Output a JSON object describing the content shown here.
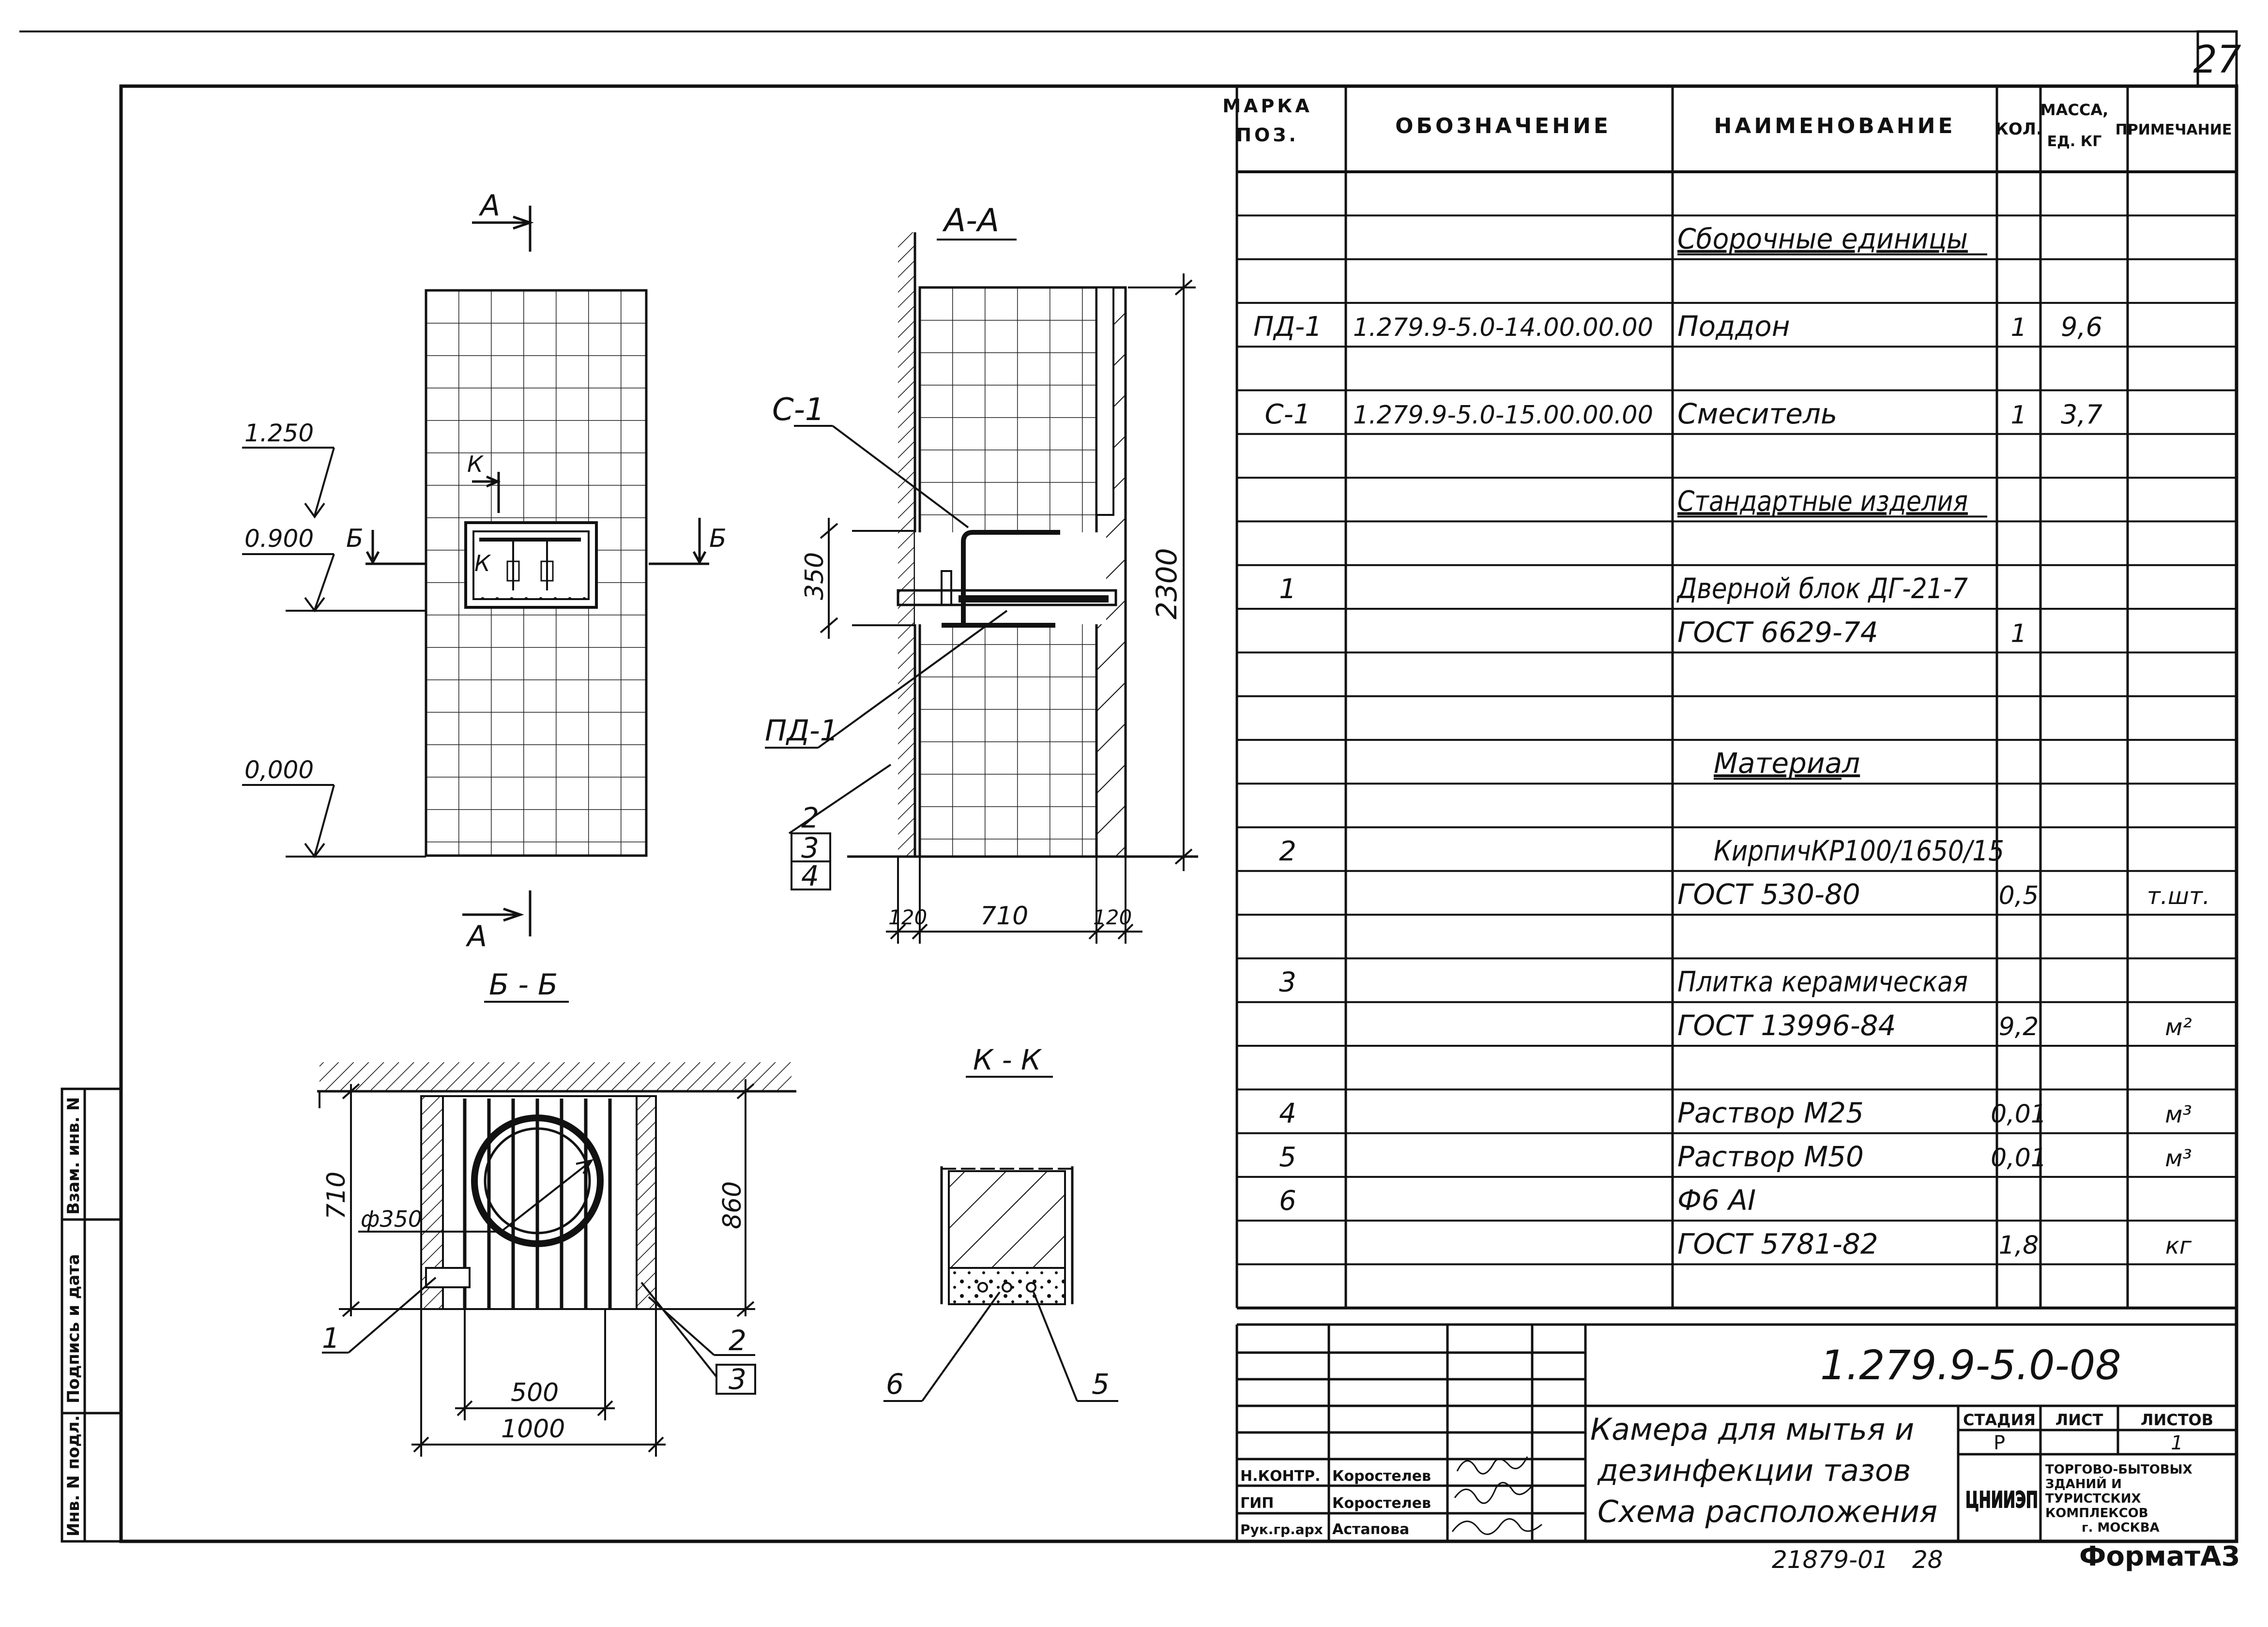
{
  "sheet": {
    "page_number": "27",
    "format_label": "ФорматА3",
    "archive_number": "21879-01",
    "archive_sheet": "28"
  },
  "side_stamp": {
    "inv_podl": "Инв. N подл.",
    "podpis_data": "Подпись и дата",
    "vzam_inv": "Взам. инв. N"
  },
  "spec_table": {
    "headers": {
      "marka": [
        "МАРКА",
        "ПОЗ."
      ],
      "oboznachenie": "ОБОЗНАЧЕНИЕ",
      "naimenovanie": "НАИМЕНОВАНИЕ",
      "kol": "КОЛ.",
      "massa": [
        "МАССА,",
        "ЕД. КГ"
      ],
      "primechanie": "ПРИМЕЧАНИЕ"
    },
    "rows": [
      {
        "row": 2,
        "mark": "",
        "designation": "",
        "name": "Сборочные единицы",
        "qty": "",
        "mass": "",
        "note": "",
        "underline": true
      },
      {
        "row": 4,
        "mark": "ПД-1",
        "designation": "1.279.9-5.0-14.00.00.00",
        "name": "Поддон",
        "qty": "1",
        "mass": "9,6",
        "note": ""
      },
      {
        "row": 6,
        "mark": "С-1",
        "designation": "1.279.9-5.0-15.00.00.00",
        "name": "Смеситель",
        "qty": "1",
        "mass": "3,7",
        "note": ""
      },
      {
        "row": 8,
        "mark": "",
        "designation": "",
        "name": "Стандартные изделия",
        "qty": "",
        "mass": "",
        "note": "",
        "underline": true
      },
      {
        "row": 10,
        "mark": "1",
        "designation": "",
        "name": "Дверной блок ДГ-21-7",
        "qty": "",
        "mass": "",
        "note": ""
      },
      {
        "row": 11,
        "mark": "",
        "designation": "",
        "name": "ГОСТ 6629-74",
        "qty": "1",
        "mass": "",
        "note": ""
      },
      {
        "row": 14,
        "mark": "",
        "designation": "",
        "name": "Материал",
        "qty": "",
        "mass": "",
        "note": "",
        "underline": true,
        "indent": true
      },
      {
        "row": 16,
        "mark": "2",
        "designation": "",
        "name": "КирпичКР100/1650/15",
        "qty": "",
        "mass": "",
        "note": "",
        "indent": true
      },
      {
        "row": 17,
        "mark": "",
        "designation": "",
        "name": "ГОСТ 530-80",
        "qty": "0,5",
        "mass": "",
        "note": "т.шт."
      },
      {
        "row": 19,
        "mark": "3",
        "designation": "",
        "name": "Плитка керамическая",
        "qty": "",
        "mass": "",
        "note": ""
      },
      {
        "row": 20,
        "mark": "",
        "designation": "",
        "name": "ГОСТ 13996-84",
        "qty": "9,2",
        "mass": "",
        "note": "м²"
      },
      {
        "row": 22,
        "mark": "4",
        "designation": "",
        "name": "Раствор М25",
        "qty": "0,01",
        "mass": "",
        "note": "м³"
      },
      {
        "row": 23,
        "mark": "5",
        "designation": "",
        "name": "Раствор М50",
        "qty": "0,01",
        "mass": "",
        "note": "м³"
      },
      {
        "row": 24,
        "mark": "6",
        "designation": "",
        "name": "Ф6 АI",
        "qty": "",
        "mass": "",
        "note": ""
      },
      {
        "row": 25,
        "mark": "",
        "designation": "",
        "name": "ГОСТ 5781-82",
        "qty": "1,8",
        "mass": "",
        "note": "кг"
      }
    ]
  },
  "title_block": {
    "designation": "1.279.9-5.0-08",
    "title_lines": [
      "Камера для мытья и",
      "дезинфекции тазов",
      "Схема расположения"
    ],
    "stage_label": "СТАДИЯ",
    "sheet_label": "ЛИСТ",
    "sheets_label": "ЛИСТОВ",
    "stage_value": "Р",
    "sheet_value": "",
    "sheets_value": "1",
    "org_short": "ЦНИИЭП",
    "org_lines": [
      "ТОРГОВО-БЫТОВЫХ",
      "ЗДАНИЙ И",
      "ТУРИСТСКИХ",
      "КОМПЛЕКСОВ",
      "г. МОСКВА"
    ],
    "signatures": [
      {
        "role": "Н.КОНТР.",
        "name": "Коростелев"
      },
      {
        "role": "ГИП",
        "name": "Коростелев"
      },
      {
        "role": "Рук.гр.арх",
        "name": "Астапова"
      }
    ]
  },
  "drawing": {
    "front_view": {
      "section_mark": "А",
      "levels": [
        "1.250",
        "0.900",
        "0,000"
      ],
      "section_b": "Б",
      "section_k": "К"
    },
    "section_aa": {
      "title": "А-А",
      "callouts": [
        "С-1",
        "ПД-1",
        "2",
        "3",
        "4"
      ],
      "dims": [
        "350",
        "2300",
        "120",
        "710",
        "120"
      ]
    },
    "section_bb": {
      "title": "Б - Б",
      "dims": [
        "710",
        "860",
        "500",
        "1000"
      ],
      "diameter": "ф350",
      "callouts": [
        "1",
        "2",
        "3"
      ]
    },
    "section_kk": {
      "title": "К - К",
      "callouts": [
        "6",
        "5"
      ]
    }
  }
}
